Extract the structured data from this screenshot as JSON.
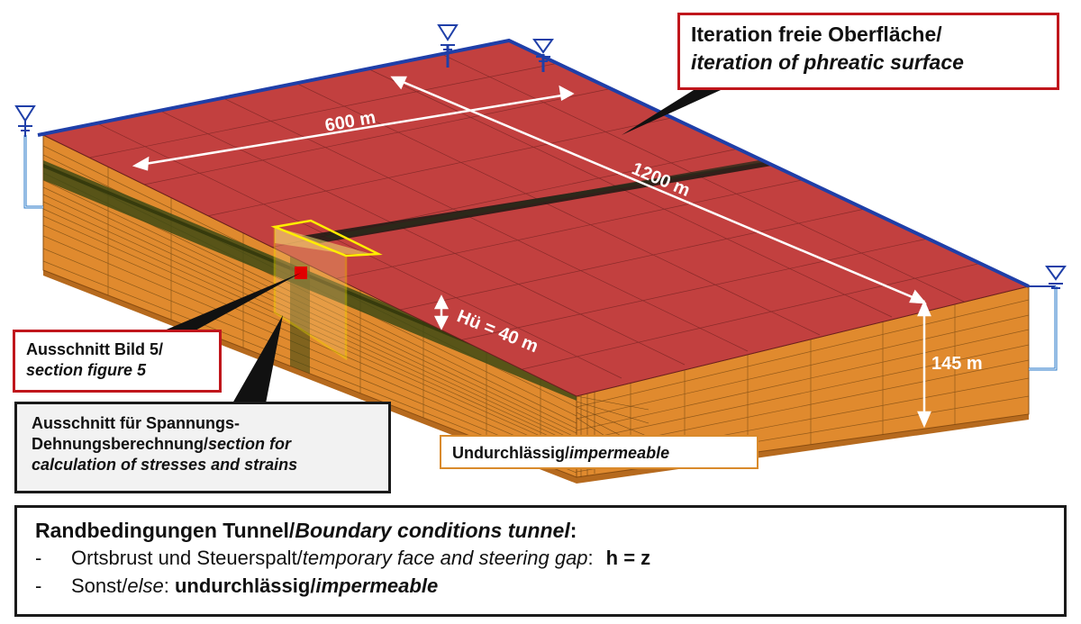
{
  "callouts": {
    "phreatic": {
      "line1": "Iteration freie Oberfläche/",
      "line2": "iteration of phreatic surface"
    },
    "section_fig5": {
      "line1": "Ausschnitt Bild 5/",
      "line2": "section figure 5"
    },
    "stress_section": {
      "line1": "Ausschnitt für Spannungs-",
      "line2a": "Dehnungsberechnung/",
      "line2b": "section for",
      "line3": "calculation of stresses and strains"
    },
    "impermeable_base": {
      "a": "Undurchlässig/",
      "b": "impermeable"
    }
  },
  "dimensions": {
    "width": "600 m",
    "length": "1200 m",
    "depth": "145 m",
    "overburden": "Hü = 40 m"
  },
  "boundary_conditions": {
    "title_a": "Randbedingungen Tunnel/",
    "title_b": "Boundary conditions tunnel",
    "title_colon": ":",
    "item1": {
      "bullet": "-",
      "a": "Ortsbrust und Steuerspalt/",
      "b": "temporary face and steering gap",
      "c": ":",
      "d": "h = z"
    },
    "item2": {
      "bullet": "-",
      "a": "Sonst/",
      "b": "else",
      "c": ": ",
      "d": "undurchlässig/",
      "e": "impermeable"
    }
  },
  "colors": {
    "surface": "#c2403f",
    "side": "#e08a2e",
    "mesh": "#4a3510",
    "tunnel_band": "#3f4a14",
    "boundary_blue": "#1f3fa8",
    "highlight_yellow": "#ffee00",
    "marker_red": "#e00000"
  },
  "icons": [
    "water-level-icon",
    "water-level-icon",
    "water-level-icon",
    "water-level-icon"
  ]
}
